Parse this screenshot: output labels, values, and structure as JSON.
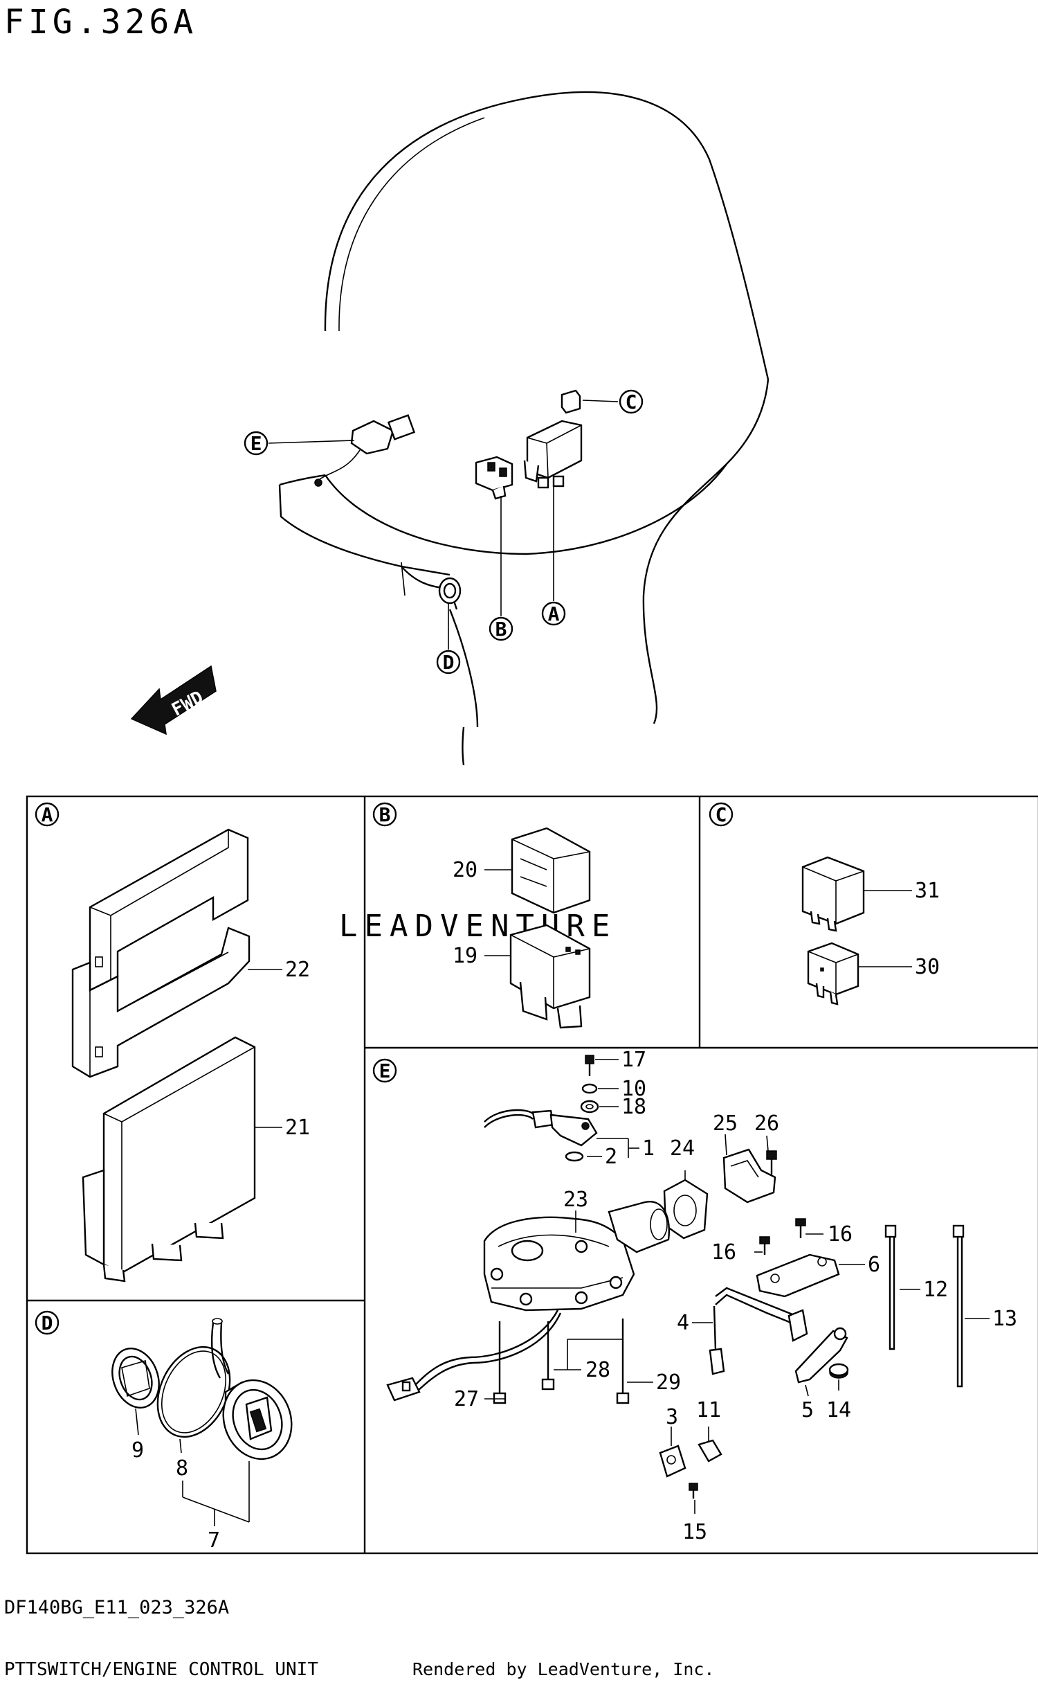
{
  "figure": {
    "title": "FIG.326A",
    "code": "DF140BG_E11_023_326A",
    "name": "PTTSWITCH/ENGINE CONTROL UNIT",
    "rendered_by": "Rendered by LeadVenture, Inc.",
    "watermark": "LEADVENTURE",
    "direction_label": "FWD"
  },
  "callouts": {
    "A": "A",
    "B": "B",
    "C": "C",
    "D": "D",
    "E": "E"
  },
  "parts": {
    "p1": "1",
    "p2": "2",
    "p3": "3",
    "p4": "4",
    "p5": "5",
    "p6": "6",
    "p7": "7",
    "p8": "8",
    "p9": "9",
    "p10": "10",
    "p11": "11",
    "p12": "12",
    "p13": "13",
    "p14": "14",
    "p15": "15",
    "p16a": "16",
    "p16b": "16",
    "p17": "17",
    "p18": "18",
    "p19": "19",
    "p20": "20",
    "p21": "21",
    "p22": "22",
    "p23": "23",
    "p24": "24",
    "p25": "25",
    "p26": "26",
    "p27": "27",
    "p28": "28",
    "p29": "29",
    "p30": "30",
    "p31": "31"
  }
}
